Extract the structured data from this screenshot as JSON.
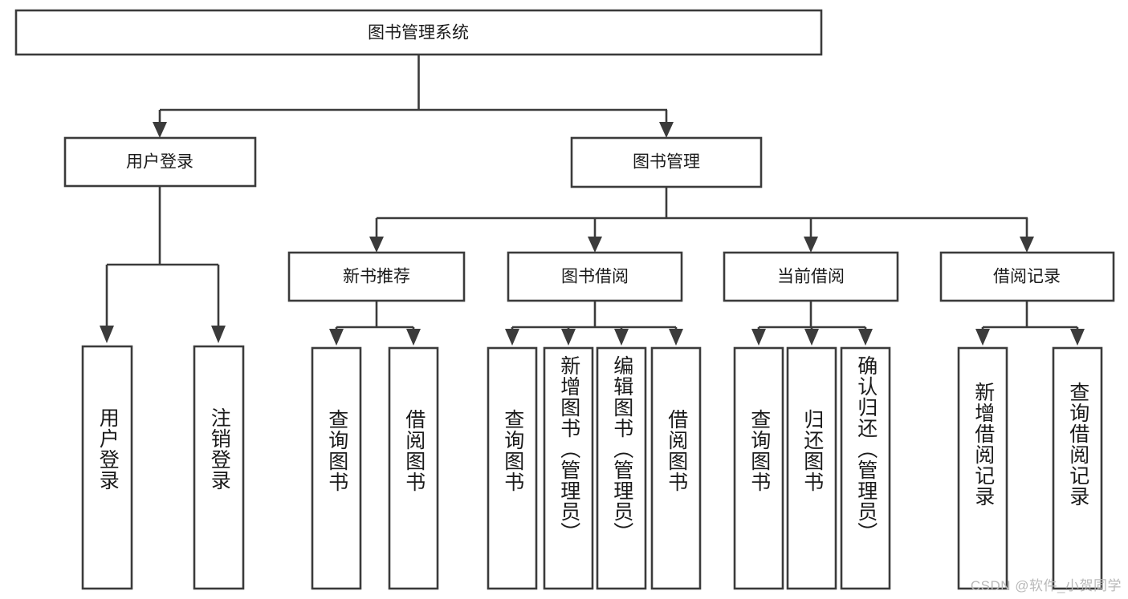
{
  "diagram": {
    "type": "hierarchy-tree",
    "root": {
      "id": "root",
      "label": "图书管理系统"
    },
    "level2": [
      {
        "id": "user-login",
        "label": "用户登录"
      },
      {
        "id": "book-manage",
        "label": "图书管理"
      }
    ],
    "level3": [
      {
        "id": "new-book-recommend",
        "label": "新书推荐",
        "parent": "book-manage"
      },
      {
        "id": "book-borrow",
        "label": "图书借阅",
        "parent": "book-manage"
      },
      {
        "id": "current-borrow",
        "label": "当前借阅",
        "parent": "book-manage"
      },
      {
        "id": "borrow-record",
        "label": "借阅记录",
        "parent": "book-manage"
      }
    ],
    "leaves": {
      "user_login": [
        {
          "id": "leaf-user-login",
          "label": "用户登录"
        },
        {
          "id": "leaf-logout-login",
          "label": "注销登录"
        }
      ],
      "new_book_recommend": [
        {
          "id": "leaf-query-book-1",
          "label": "查询图书"
        },
        {
          "id": "leaf-borrow-book-1",
          "label": "借阅图书"
        }
      ],
      "book_borrow": [
        {
          "id": "leaf-query-book-2",
          "label": "查询图书"
        },
        {
          "id": "leaf-add-book",
          "label": "新增图书（管理员）"
        },
        {
          "id": "leaf-edit-book",
          "label": "编辑图书（管理员）"
        },
        {
          "id": "leaf-borrow-book-2",
          "label": "借阅图书"
        }
      ],
      "current_borrow": [
        {
          "id": "leaf-query-book-3",
          "label": "查询图书"
        },
        {
          "id": "leaf-return-book",
          "label": "归还图书"
        },
        {
          "id": "leaf-confirm-return",
          "label": "确认归还（管理员）"
        }
      ],
      "borrow_record": [
        {
          "id": "leaf-add-record",
          "label": "新增借阅记录"
        },
        {
          "id": "leaf-query-record",
          "label": "查询借阅记录"
        }
      ]
    },
    "colors": {
      "stroke": "#3b3b3b",
      "fill": "#ffffff",
      "text": "#1a1a1a",
      "watermark": "#b9b9b9",
      "background": "#ffffff"
    }
  },
  "watermark": {
    "text": "CSDN @软件_小贺同学"
  }
}
